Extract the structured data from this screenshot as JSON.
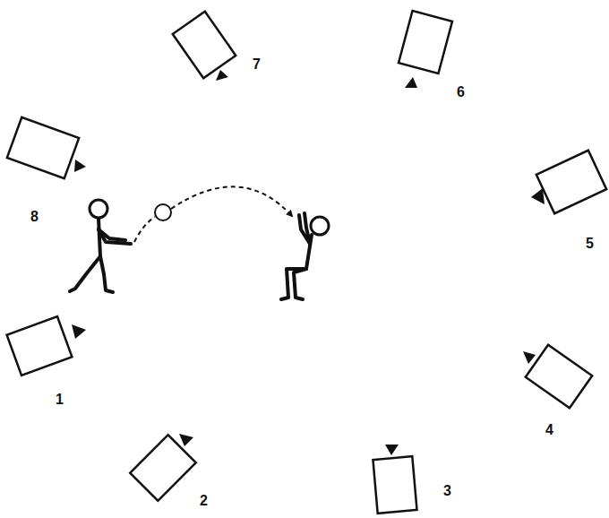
{
  "diagram": {
    "labels": [
      "7",
      "6",
      "8",
      "5",
      "1",
      "4",
      "2",
      "3"
    ]
  }
}
